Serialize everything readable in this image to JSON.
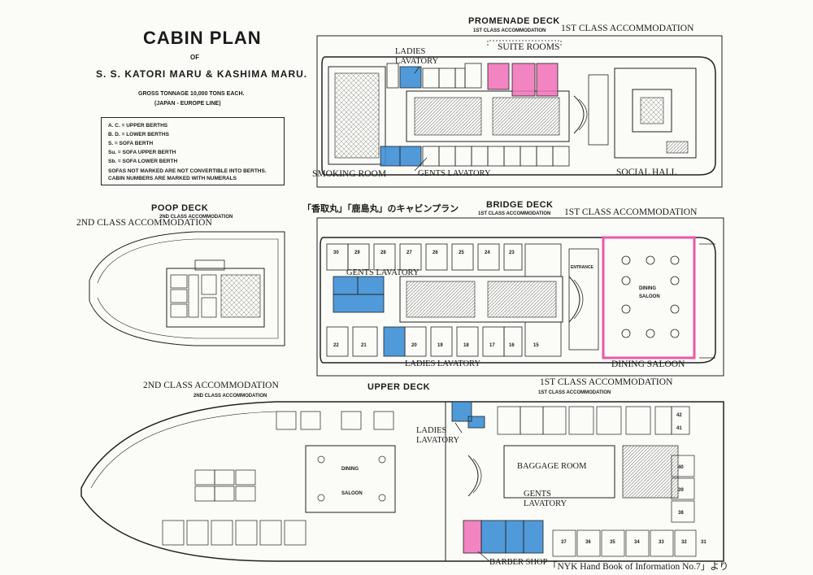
{
  "header": {
    "title": "CABIN PLAN",
    "of": "OF",
    "ships": "S. S. KATORI MARU & KASHIMA MARU.",
    "tonnage": "GROSS TONNAGE   10,000 TONS EACH.",
    "route": "(JAPAN - EUROPE LINE)"
  },
  "legend": {
    "rows": [
      "A. C.  =  UPPER BERTHS",
      "B. D.  =  LOWER BERTHS",
      "S.     =  SOFA BERTH",
      "Su.    =  SOFA UPPER BERTH",
      "Sb.    =  SOFA LOWER BERTH"
    ],
    "note1": "SOFAS NOT MARKED ARE NOT CONVERTIBLE INTO BERTHS.",
    "note2": "CABIN NUMBERS ARE MARKED WITH NUMERALS"
  },
  "japanese_title": "「香取丸」「鹿島丸」のキャビンプラン",
  "source": "「NYK Hand Book of Information  No.7」より",
  "decks": {
    "promenade": {
      "name": "PROMENADE DECK",
      "sub": "1ST CLASS ACCOMMODATION",
      "class_label": "1ST CLASS ACCOMMODATION",
      "labels": [
        "LADIES LAVATORY",
        "SUITE ROOMS",
        "SMOKING ROOM",
        "GENTS LAVATORY",
        "SOCIAL HALL"
      ]
    },
    "poop": {
      "name": "POOP DECK",
      "sub": "2ND CLASS ACCOMMODATION",
      "class_label": "2ND CLASS ACCOMMODATION"
    },
    "bridge": {
      "name": "BRIDGE DECK",
      "sub": "1ST CLASS ACCOMMODATION",
      "class_label": "1ST CLASS ACCOMMODATION",
      "labels": [
        "GENTS LAVATORY",
        "LADIES LAVATORY",
        "DINING SALOON",
        "DINING",
        "SALOON",
        "ENTRANCE"
      ],
      "cabins_top": [
        "30",
        "29",
        "28",
        "27",
        "26",
        "25",
        "24",
        "23"
      ],
      "cabins_bottom": [
        "22",
        "21",
        "20",
        "19",
        "18",
        "17",
        "16",
        "15"
      ]
    },
    "upper": {
      "name": "UPPER DECK",
      "class2_label": "2ND CLASS ACCOMMODATION",
      "class2_sub": "2ND CLASS ACCOMMODATION",
      "class1_label": "1ST CLASS ACCOMMODATION",
      "class1_sub": "1ST CLASS ACCOMMODATION",
      "labels": [
        "LADIES LAVATORY",
        "BAGGAGE ROOM",
        "GENTS LAVATORY",
        "BARBER SHOP",
        "DINING",
        "SALOON"
      ],
      "cabins_right": [
        "42",
        "41",
        "40",
        "39",
        "38",
        "37",
        "36",
        "35",
        "34",
        "33",
        "32",
        "31"
      ]
    }
  },
  "colors": {
    "lavatory": "#3d8fd6",
    "suite": "#f06fb8",
    "ink": "#1a1a1a"
  }
}
